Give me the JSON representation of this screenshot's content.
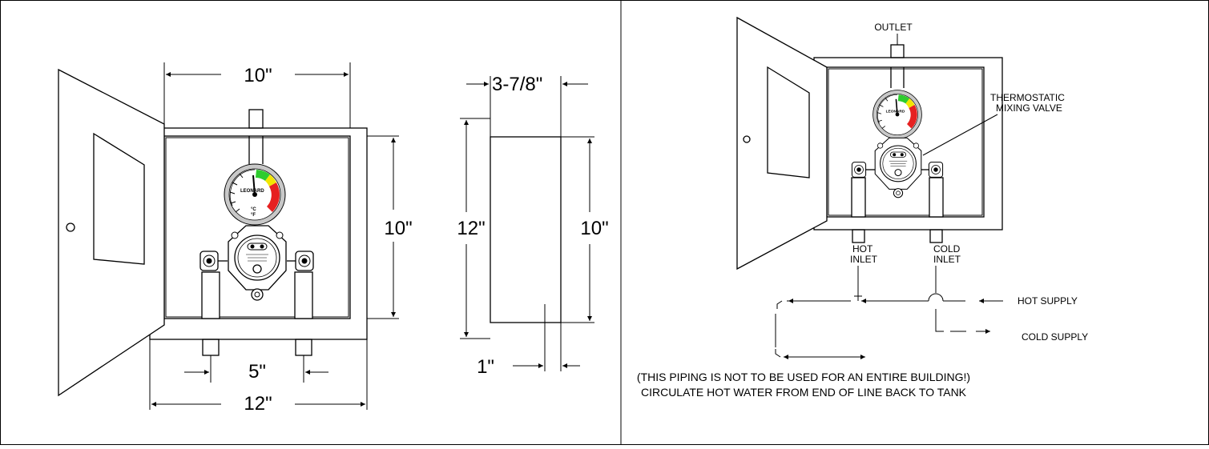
{
  "colors": {
    "line": "#000000",
    "gauge_green": "#2ecc2e",
    "gauge_yellow": "#f2e600",
    "gauge_red": "#e62020",
    "gauge_ring": "#c8c8c8"
  },
  "left_panel": {
    "dims": {
      "top_width": "10\"",
      "inner_height": "10\"",
      "pipe_spacing": "5\"",
      "box_width": "12\"",
      "depth": "3-7/8\"",
      "side_height": "12\"",
      "side_inner_height": "10\"",
      "flange": "1\""
    },
    "gauge_brand": "LEONARD",
    "gauge_units": [
      "°C",
      "°F"
    ]
  },
  "right_panel": {
    "labels": {
      "outlet": "OUTLET",
      "tmv_line1": "THERMOSTATIC",
      "tmv_line2": "MIXING VALVE",
      "hot_inlet_line1": "HOT",
      "hot_inlet_line2": "INLET",
      "cold_inlet_line1": "COLD",
      "cold_inlet_line2": "INLET",
      "hot_supply": "HOT SUPPLY",
      "cold_supply": "COLD SUPPLY"
    },
    "notes": {
      "line1": "(THIS PIPING IS NOT TO BE USED FOR AN ENTIRE BUILDING!)",
      "line2": "CIRCULATE HOT WATER FROM END OF LINE BACK TO TANK"
    },
    "gauge_brand": "LEONARD"
  }
}
